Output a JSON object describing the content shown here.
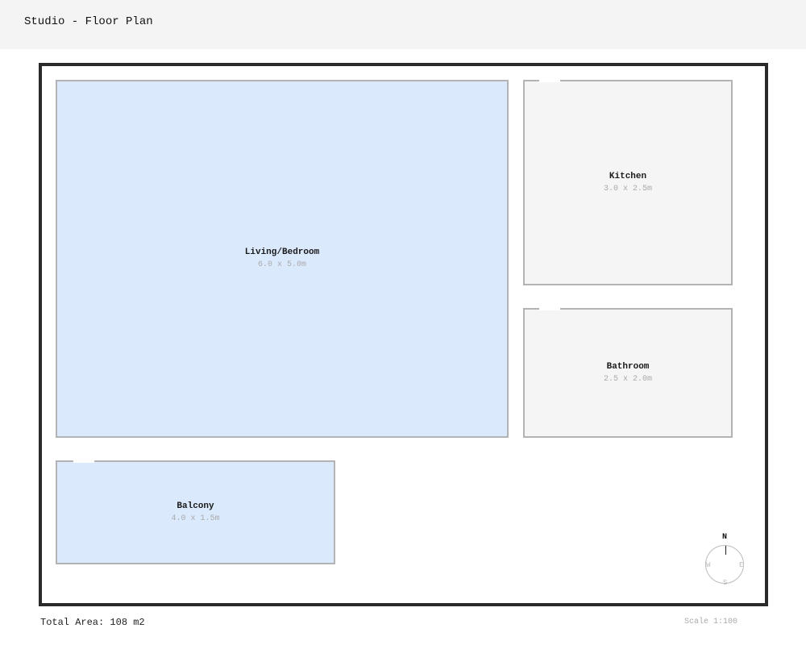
{
  "header": {
    "title": "Studio - Floor Plan"
  },
  "rooms": [
    {
      "name": "Living/Bedroom",
      "dims": "6.0 x 5.0m"
    },
    {
      "name": "Kitchen",
      "dims": "3.0 x 2.5m"
    },
    {
      "name": "Bathroom",
      "dims": "2.5 x 2.0m"
    },
    {
      "name": "Balcony",
      "dims": "4.0 x 1.5m"
    }
  ],
  "compass": {
    "n": "N",
    "e": "E",
    "s": "S",
    "w": "W"
  },
  "footer": {
    "total_area": "Total Area: 108 m2",
    "scale": "Scale 1:100"
  },
  "colors": {
    "living": "#dbe9fd",
    "service": "#f5f5f5",
    "wall": "#2a2a2a",
    "room_border": "#b3b3b3"
  }
}
